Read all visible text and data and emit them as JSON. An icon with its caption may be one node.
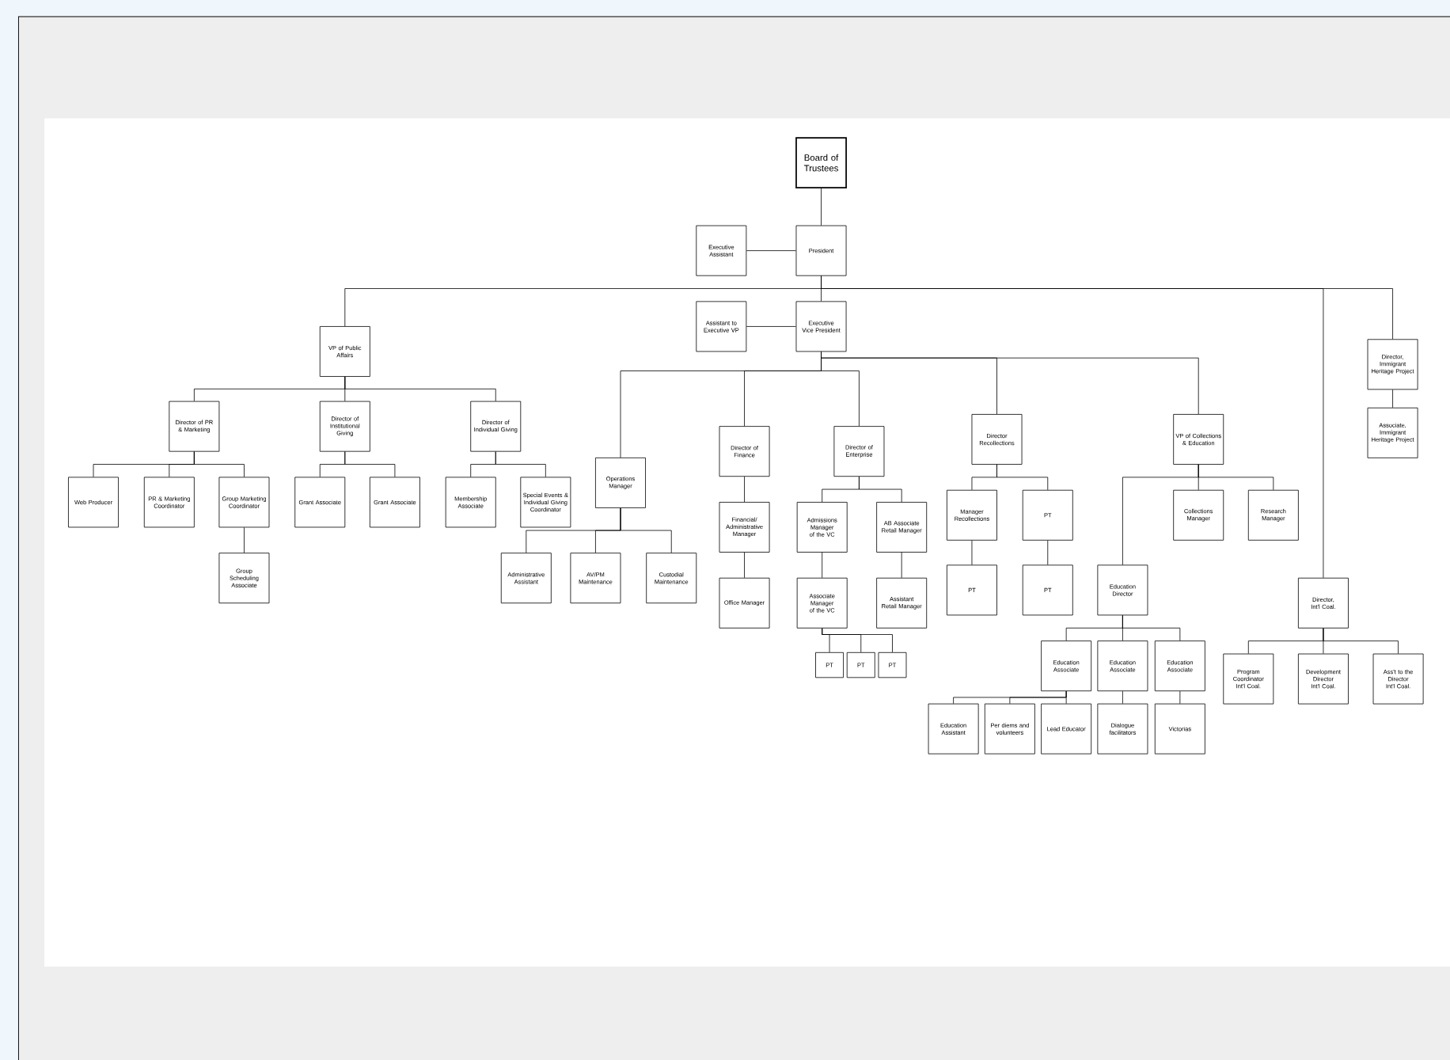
{
  "diagram": {
    "nodes": [
      {
        "text": [
          "Board of Trustees"
        ]
      },
      {
        "text": [
          "Executive Assistant"
        ]
      },
      {
        "text": [
          "President"
        ]
      },
      {
        "text": [
          "Assistant to Executive VP"
        ]
      },
      {
        "text": [
          "Executive Vice President"
        ]
      },
      {
        "text": [
          "VP of Public Affairs"
        ]
      },
      {
        "text": [
          "Director of PR & Marketing"
        ]
      },
      {
        "text": [
          "Director of Institutional Giving"
        ]
      },
      {
        "text": [
          "Director of Individual Giving"
        ]
      },
      {
        "text": [
          "Web Producer"
        ]
      },
      {
        "text": [
          "PR & Marketing Coordinator"
        ]
      },
      {
        "text": [
          "Group Marketing Coordinator"
        ]
      },
      {
        "text": [
          "Group Scheduling Associate"
        ]
      },
      {
        "text": [
          "Grant Associate"
        ]
      },
      {
        "text": [
          "Grant Associate"
        ]
      },
      {
        "text": [
          "Membership Associate"
        ]
      },
      {
        "text": [
          "Special Events & Individual Giving Coordinator"
        ]
      },
      {
        "text": [
          "Operations Manager"
        ]
      },
      {
        "text": [
          "Administrative Assistant"
        ]
      },
      {
        "text": [
          "AV/PM Maintenance"
        ]
      },
      {
        "text": [
          "Custodial Maintenance"
        ]
      },
      {
        "text": [
          "Director of Finance"
        ]
      },
      {
        "text": [
          "Financial/ Administrative Manager"
        ]
      },
      {
        "text": [
          "Office Manager"
        ]
      },
      {
        "text": [
          "Director of Enterprise"
        ]
      },
      {
        "text": [
          "Admissions Manager of the VC"
        ]
      },
      {
        "text": [
          "AB Associate Retail Manager"
        ]
      },
      {
        "text": [
          "Associate Manager of the VC"
        ]
      },
      {
        "text": [
          "Assistant Retail Manager"
        ]
      },
      {
        "text": [
          "PT"
        ]
      },
      {
        "text": [
          "PT"
        ]
      },
      {
        "text": [
          "PT"
        ]
      },
      {
        "text": [
          "Director Recollections"
        ]
      },
      {
        "text": [
          "Manager Recollections"
        ]
      },
      {
        "text": [
          "PT"
        ]
      },
      {
        "text": [
          "PT"
        ]
      },
      {
        "text": [
          "PT"
        ]
      },
      {
        "text": [
          "VP of Collections & Education"
        ]
      },
      {
        "text": [
          "Collections Manager"
        ]
      },
      {
        "text": [
          "Research Manager"
        ]
      },
      {
        "text": [
          "Education Director"
        ]
      },
      {
        "text": [
          "Education Associate"
        ]
      },
      {
        "text": [
          "Education Associate"
        ]
      },
      {
        "text": [
          "Education Associate"
        ]
      },
      {
        "text": [
          "Education Assistant"
        ]
      },
      {
        "text": [
          "Per diems and volunteers"
        ]
      },
      {
        "text": [
          "Lead Educator"
        ]
      },
      {
        "text": [
          "Dialogue facilitators"
        ]
      },
      {
        "text": [
          "Victorias"
        ]
      },
      {
        "text": [
          "Director, Int'l Coal."
        ]
      },
      {
        "text": [
          "Program Coordinator Int'l Coal."
        ]
      },
      {
        "text": [
          "Development Director Int'l Coal."
        ]
      },
      {
        "text": [
          "Ass't to the Director Int'l Coal."
        ]
      },
      {
        "text": [
          "Director, Immigrant Heritage Project"
        ]
      },
      {
        "text": [
          "Associate, Immigrant Heritage Project"
        ]
      }
    ],
    "edges": [
      {
        "from": 0,
        "to": 2,
        "arrow": "none"
      },
      {
        "from": 2,
        "to": 1,
        "arrow": "none"
      },
      {
        "from": 2,
        "to": 4,
        "arrow": "none"
      },
      {
        "from": 2,
        "to": 5,
        "arrow": "none"
      },
      {
        "from": 2,
        "to": 49,
        "arrow": "none"
      },
      {
        "from": 2,
        "to": 53,
        "arrow": "none"
      },
      {
        "from": 4,
        "to": 3,
        "arrow": "none"
      },
      {
        "from": 4,
        "to": 17,
        "arrow": "none"
      },
      {
        "from": 4,
        "to": 21,
        "arrow": "none"
      },
      {
        "from": 4,
        "to": 24,
        "arrow": "none"
      },
      {
        "from": 4,
        "to": 32,
        "arrow": "none"
      },
      {
        "from": 4,
        "to": 37,
        "arrow": "none"
      },
      {
        "from": 5,
        "to": 6,
        "arrow": "none"
      },
      {
        "from": 5,
        "to": 7,
        "arrow": "none"
      },
      {
        "from": 5,
        "to": 8,
        "arrow": "none"
      },
      {
        "from": 6,
        "to": 9,
        "arrow": "none"
      },
      {
        "from": 6,
        "to": 10,
        "arrow": "none"
      },
      {
        "from": 6,
        "to": 11,
        "arrow": "none"
      },
      {
        "from": 11,
        "to": 12,
        "arrow": "none"
      },
      {
        "from": 7,
        "to": 13,
        "arrow": "none"
      },
      {
        "from": 7,
        "to": 14,
        "arrow": "none"
      },
      {
        "from": 8,
        "to": 15,
        "arrow": "none"
      },
      {
        "from": 8,
        "to": 16,
        "arrow": "none"
      },
      {
        "from": 17,
        "to": 18,
        "arrow": "none"
      },
      {
        "from": 17,
        "to": 19,
        "arrow": "none"
      },
      {
        "from": 17,
        "to": 20,
        "arrow": "none"
      },
      {
        "from": 21,
        "to": 22,
        "arrow": "none"
      },
      {
        "from": 22,
        "to": 23,
        "arrow": "none"
      },
      {
        "from": 24,
        "to": 25,
        "arrow": "none"
      },
      {
        "from": 24,
        "to": 26,
        "arrow": "none"
      },
      {
        "from": 25,
        "to": 27,
        "arrow": "none"
      },
      {
        "from": 26,
        "to": 28,
        "arrow": "none"
      },
      {
        "from": 27,
        "to": 29,
        "arrow": "none"
      },
      {
        "from": 27,
        "to": 30,
        "arrow": "none"
      },
      {
        "from": 27,
        "to": 31,
        "arrow": "none"
      },
      {
        "from": 32,
        "to": 33,
        "arrow": "none"
      },
      {
        "from": 32,
        "to": 34,
        "arrow": "none"
      },
      {
        "from": 33,
        "to": 35,
        "arrow": "none"
      },
      {
        "from": 34,
        "to": 36,
        "arrow": "none"
      },
      {
        "from": 37,
        "to": 38,
        "arrow": "none"
      },
      {
        "from": 37,
        "to": 39,
        "arrow": "none"
      },
      {
        "from": 37,
        "to": 40,
        "arrow": "none"
      },
      {
        "from": 40,
        "to": 41,
        "arrow": "none"
      },
      {
        "from": 40,
        "to": 42,
        "arrow": "none"
      },
      {
        "from": 40,
        "to": 43,
        "arrow": "none"
      },
      {
        "from": 41,
        "to": 44,
        "arrow": "none"
      },
      {
        "from": 41,
        "to": 45,
        "arrow": "none"
      },
      {
        "from": 41,
        "to": 46,
        "arrow": "none"
      },
      {
        "from": 42,
        "to": 47,
        "arrow": "none"
      },
      {
        "from": 43,
        "to": 48,
        "arrow": "none"
      },
      {
        "from": 49,
        "to": 50,
        "arrow": "none"
      },
      {
        "from": 49,
        "to": 51,
        "arrow": "none"
      },
      {
        "from": 49,
        "to": 52,
        "arrow": "none"
      },
      {
        "from": 53,
        "to": 54,
        "arrow": "none"
      }
    ]
  }
}
